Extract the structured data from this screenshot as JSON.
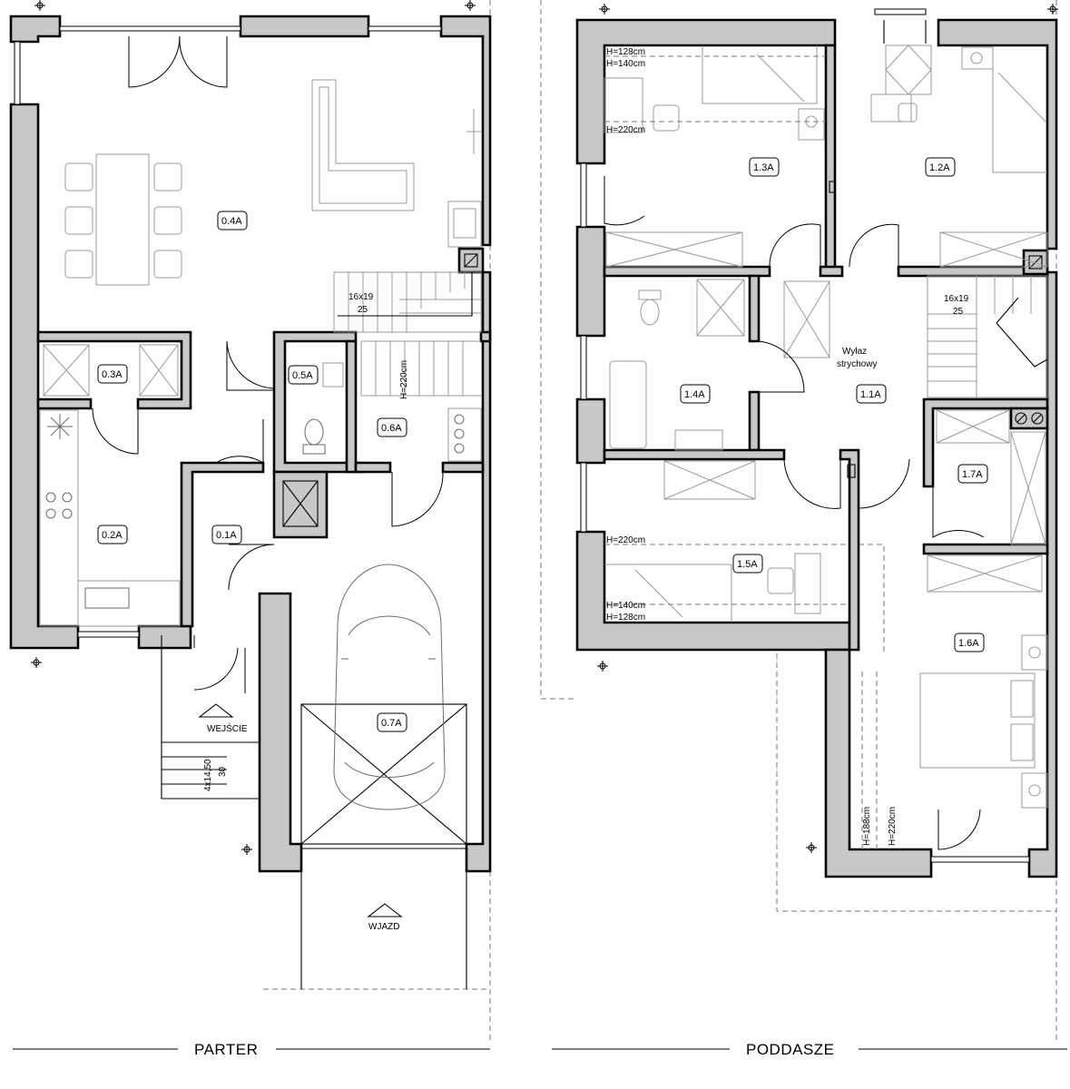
{
  "floors": {
    "ground": {
      "title": "PARTER"
    },
    "attic": {
      "title": "PODDASZE"
    }
  },
  "rooms": {
    "r04A": "0.4A",
    "r03A": "0.3A",
    "r05A": "0.5A",
    "r06A": "0.6A",
    "r02A": "0.2A",
    "r01A": "0.1A",
    "r07A": "0.7A",
    "r13A": "1.3A",
    "r12A": "1.2A",
    "r14A": "1.4A",
    "r11A": "1.1A",
    "r17A": "1.7A",
    "r15A": "1.5A",
    "r16A": "1.6A"
  },
  "annotations": {
    "stairs_ground": "16x19",
    "stairs_ground_count": "25",
    "stairs_attic": "16x19",
    "stairs_attic_count": "25",
    "h220_ground": "H=220cm",
    "entrance": "WEJŚCIE",
    "entrance_steps": "4x14,50",
    "entrance_steps_depth": "30",
    "driveway": "WJAZD",
    "attic_hatch_1": "Wyłaz",
    "attic_hatch_2": "strychowy",
    "h128_top": "H=128cm",
    "h140_top": "H=140cm",
    "h220_r13": "H=220cm",
    "h220_r15": "H=220cm",
    "h140_bottom": "H=140cm",
    "h128_bottom": "H=128cm",
    "h188_r16": "H=188cm",
    "h220_r16": "H=220cm"
  }
}
